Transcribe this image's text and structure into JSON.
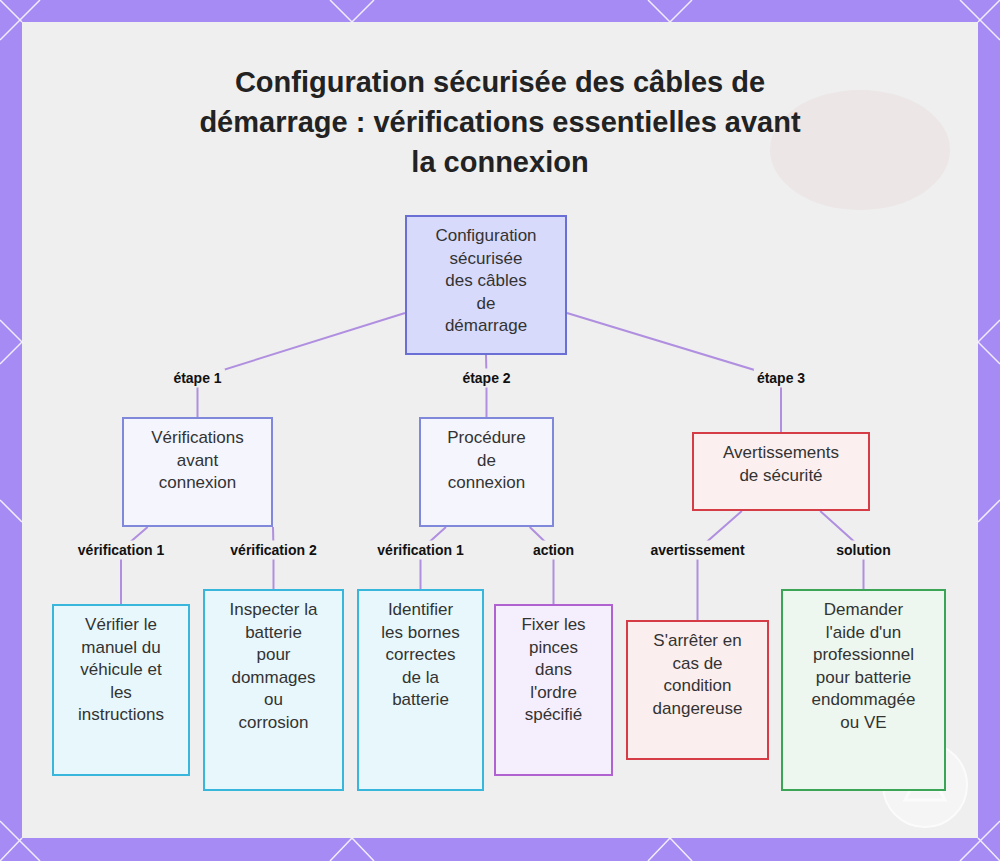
{
  "diagram": {
    "title": "Configuration sécurisée des câbles de démarrage : vérifications essentielles avant la connexion",
    "nodes": [
      {
        "text": [
          "Configuration sécurisée des câbles de démarrage"
        ]
      },
      {
        "text": [
          "Vérifications avant connexion"
        ]
      },
      {
        "text": [
          "Procédure de connexion"
        ]
      },
      {
        "text": [
          "Avertissements de sécurité"
        ]
      },
      {
        "text": [
          "Vérifier le manuel du véhicule et les instructions"
        ]
      },
      {
        "text": [
          "Inspecter la batterie pour dommages ou corrosion"
        ]
      },
      {
        "text": [
          "Identifier les bornes correctes de la batterie"
        ]
      },
      {
        "text": [
          "Fixer les pinces dans l'ordre spécifié"
        ]
      },
      {
        "text": [
          "S'arrêter en cas de condition dangereuse"
        ]
      },
      {
        "text": [
          "Demander l'aide d'un professionnel pour batterie endommagée ou VE"
        ]
      }
    ],
    "edges": [
      {
        "from": 0,
        "to": 1,
        "label": "étape 1",
        "arrow": "none"
      },
      {
        "from": 0,
        "to": 2,
        "label": "étape 2",
        "arrow": "none"
      },
      {
        "from": 0,
        "to": 3,
        "label": "étape 3",
        "arrow": "none"
      },
      {
        "from": 1,
        "to": 4,
        "label": "vérification 1",
        "arrow": "none"
      },
      {
        "from": 1,
        "to": 5,
        "label": "vérification 2",
        "arrow": "none"
      },
      {
        "from": 2,
        "to": 6,
        "label": "vérification 1",
        "arrow": "none"
      },
      {
        "from": 2,
        "to": 7,
        "label": "action",
        "arrow": "none"
      },
      {
        "from": 3,
        "to": 8,
        "label": "avertissement",
        "arrow": "none"
      },
      {
        "from": 3,
        "to": 9,
        "label": "solution",
        "arrow": "none"
      }
    ]
  }
}
